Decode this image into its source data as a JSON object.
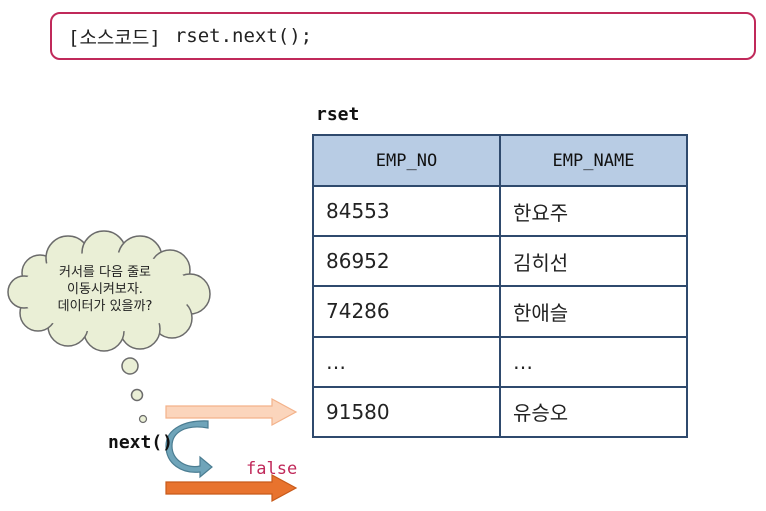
{
  "code": {
    "tag": "[소스코드]",
    "text": "rset.next();"
  },
  "resultset": {
    "label": "rset",
    "columns": [
      "EMP_NO",
      "EMP_NAME"
    ],
    "rows": [
      [
        "84553",
        "한요주"
      ],
      [
        "86952",
        "김히선"
      ],
      [
        "74286",
        "한애슬"
      ],
      [
        "…",
        "…"
      ],
      [
        "91580",
        "유승오"
      ]
    ]
  },
  "thought": {
    "lines": [
      "커서를 다음 줄로",
      "이동시켜보자.",
      "데이터가 있을까?"
    ]
  },
  "method": {
    "label": "next()",
    "result": "false"
  },
  "colors": {
    "code_border": "#c0295a",
    "header_fill": "#b8cce4",
    "table_border": "#2f4a6d",
    "cloud_fill": "#eaefd6",
    "arrow_light": "#fbd5bc",
    "arrow_dark": "#e8732e",
    "curve_arrow": "#6fa4b9"
  }
}
